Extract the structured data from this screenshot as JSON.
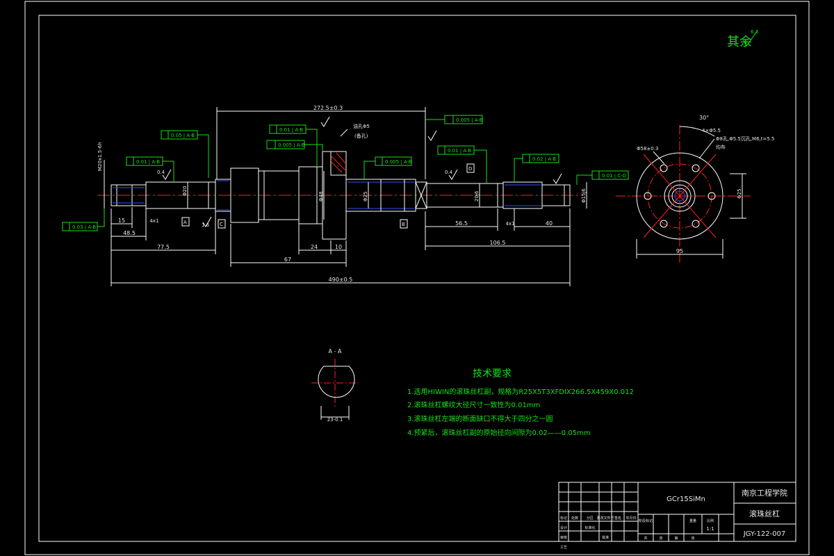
{
  "drawing": {
    "surface_mark": "其余",
    "surface_mark_value": "6.3",
    "section_label": "A - A",
    "section_width_label": "23-0.1"
  },
  "dimensions": {
    "overall_length": "490±0.5",
    "thread_length": "272.5±0.3",
    "d_77_5": "77.5",
    "d_67": "67",
    "d_24": "24",
    "d_10": "10",
    "d_106_5": "106.5",
    "d_56_5": "56.5",
    "d_40": "40",
    "d_48_5": "48.5",
    "d_15": "15",
    "d_95": "95",
    "d_4x1_left": "4x1",
    "d_4x1_right": "4x1",
    "d_m20": "M20x1.5-6h",
    "d_phi20": "Φ20",
    "d_phi48": "Φ48",
    "d_phi25": "Φ25",
    "d_phi20_right": "20j6",
    "d_phi15": "Φ15j6",
    "d_phi25_small": "Φ25",
    "flange_hole": "4×Φ5.5",
    "flange_circle": "Φ58±0.3",
    "angle_30": "30°",
    "oil_hole": "Φ8孔,Φ5.5沉孔,M6,t=5.5",
    "oil_note": "均布",
    "groove_note": "油孔Φ5",
    "groove_note2": "(备孔)",
    "roughness_04a": "0.4",
    "roughness_04b": "0.4",
    "roughness_16": "1.6"
  },
  "tolerances": {
    "t1": "0.05 | A-B",
    "t2": "0.01 | A-B",
    "t3": "0.005 | A-B",
    "t4": "0.01 | A-B",
    "t5": "0.005 | A-B",
    "t6": "0.005 | A-B",
    "t7": "0.01 | A-B",
    "t8": "0.02 | A-B",
    "t9": "0.03 | A-B",
    "t10": "0.01 | C-D",
    "datum_a": "A",
    "datum_b": "B",
    "datum_c": "C",
    "datum_d": "D"
  },
  "tech_requirements": {
    "title": "技术要求",
    "items": [
      "1.选用HIWIN的滚珠丝杠副，规格为R25X5T3XFDIX266.5X459X0.012",
      "2.滚珠丝杠螺纹大径尺寸一致性为0.01mm",
      "3.滚珠丝杠左端的断面缺口不得大于四分之一圆",
      "4.预紧后，滚珠丝杠副的原始径向间隙为0.02——0.05mm"
    ]
  },
  "title_block": {
    "material": "GCr15SiMn",
    "school": "南京工程学院",
    "part_name": "滚珠丝杠",
    "drawing_no": "JGY-122-007",
    "scale": "1:1",
    "headers_row1": [
      "标记",
      "处数",
      "分区",
      "更改文件号",
      "签名",
      "年月日"
    ],
    "headers_row2": [
      "设计",
      "",
      "标准化",
      "",
      "阶段标记",
      "重量",
      "比例"
    ],
    "headers_row3": [
      "审核",
      "",
      "",
      "",
      "",
      "",
      ""
    ],
    "headers_row4": [
      "工艺",
      "",
      "批准",
      "",
      "共",
      "张",
      "第",
      "张"
    ]
  }
}
